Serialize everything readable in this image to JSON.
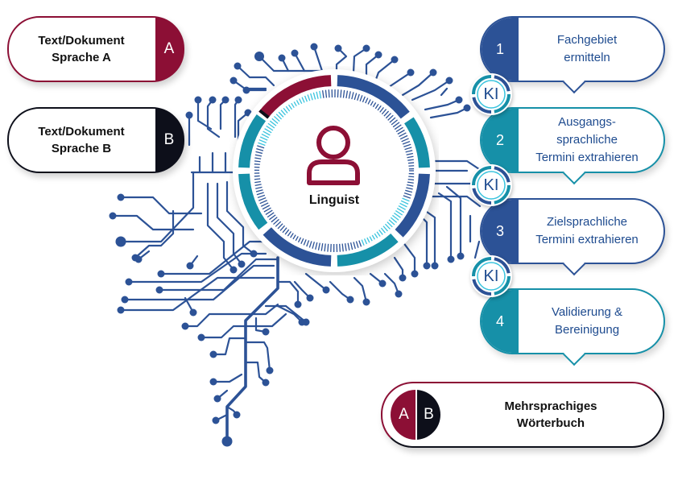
{
  "colors": {
    "crimson": "#8c0f35",
    "black": "#0d0f1a",
    "navy": "#2c5296",
    "teal": "#1690a8",
    "cyan": "#3ac4de",
    "text_blue": "#1e4b8f"
  },
  "inputs": [
    {
      "title": "Text/Dokument",
      "subtitle": "Sprache A",
      "badge": "A"
    },
    {
      "title": "Text/Dokument",
      "subtitle": "Sprache B",
      "badge": "B"
    }
  ],
  "center": {
    "icon": "user-icon",
    "label": "Linguist"
  },
  "steps": [
    {
      "number": "1",
      "lines": [
        "Fachgebiet",
        "ermitteln"
      ]
    },
    {
      "number": "2",
      "lines": [
        "Ausgangs-",
        "sprachliche",
        "Termini extrahieren"
      ]
    },
    {
      "number": "3",
      "lines": [
        "Zielsprachliche",
        "Termini extrahieren"
      ]
    },
    {
      "number": "4",
      "lines": [
        "Validierung &",
        "Bereinigung"
      ]
    }
  ],
  "ki_badges": [
    "KI",
    "KI",
    "KI"
  ],
  "output": {
    "badge_a": "A",
    "badge_b": "B",
    "lines": [
      "Mehrsprachiges",
      "Wörterbuch"
    ]
  }
}
